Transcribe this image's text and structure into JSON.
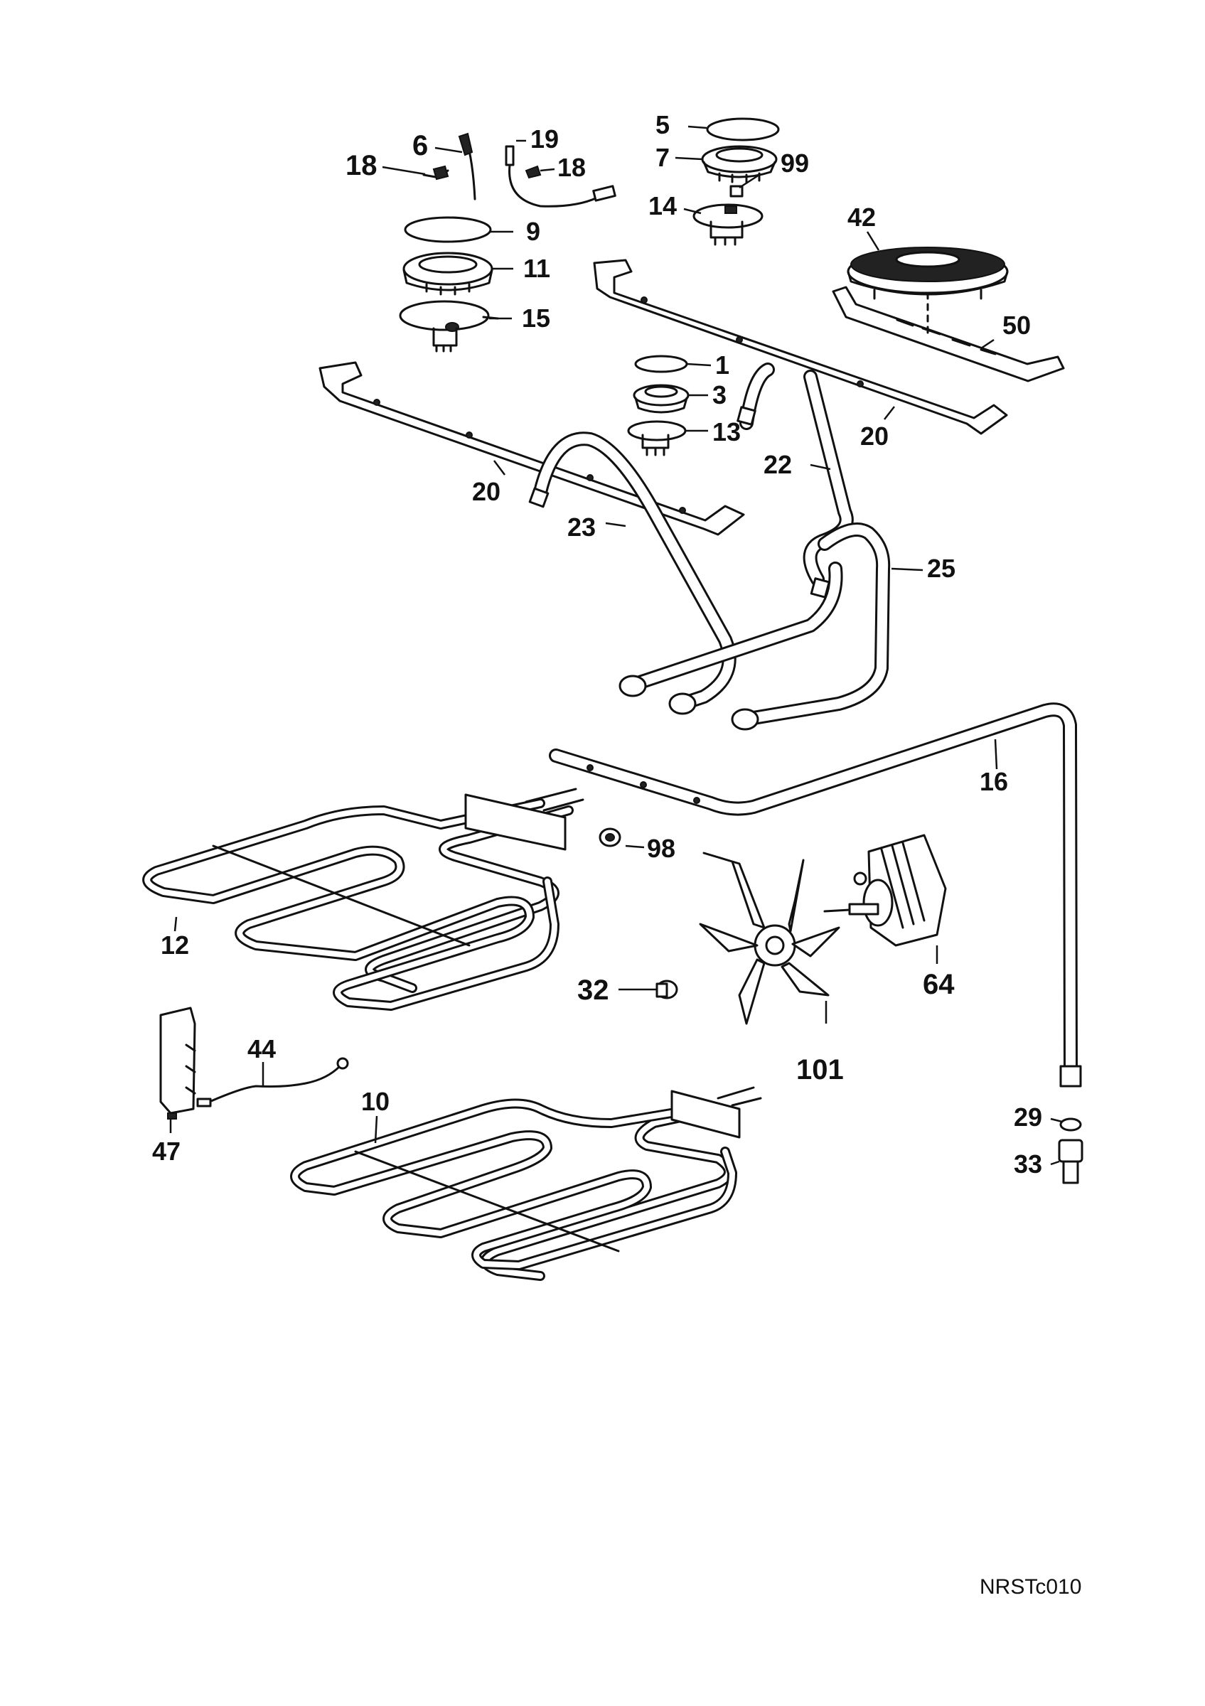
{
  "diagram": {
    "reference_code": "NRSTc010",
    "callouts": {
      "c1": "1",
      "c3": "3",
      "c5": "5",
      "c6": "6",
      "c7": "7",
      "c9": "9",
      "c10": "10",
      "c11": "11",
      "c12": "12",
      "c13": "13",
      "c14": "14",
      "c15": "15",
      "c16": "16",
      "c18a": "18",
      "c18b": "18",
      "c19": "19",
      "c20a": "20",
      "c20b": "20",
      "c22": "22",
      "c23": "23",
      "c25": "25",
      "c29": "29",
      "c32": "32",
      "c33": "33",
      "c42": "42",
      "c44": "44",
      "c47": "47",
      "c50": "50",
      "c64": "64",
      "c98": "98",
      "c99": "99",
      "c101": "101"
    }
  }
}
